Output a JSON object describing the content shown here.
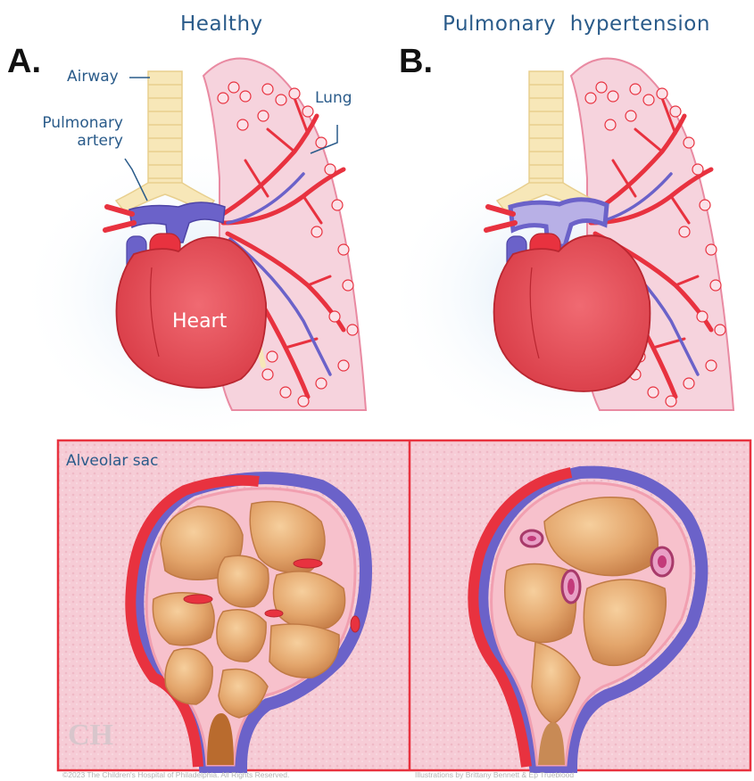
{
  "panels": [
    {
      "letter": "A.",
      "title": "Healthy"
    },
    {
      "letter": "B.",
      "title": "Pulmonary  hypertension"
    }
  ],
  "labels": {
    "airway": "Airway",
    "pulmonary_artery": "Pulmonary\nartery",
    "lung": "Lung",
    "heart": "Heart",
    "alveolar_sac": "Alveolar sac"
  },
  "watermark": "CH",
  "footer": {
    "copyright": "©2023 The Children's Hospital of Philadelphia. All Rights Reserved.",
    "credit": "Illustrations by Brittany Bennett & Ep Trueblood"
  },
  "colors": {
    "artery": "#e8323f",
    "vein": "#6b62c9",
    "lung_fill": "#f6d3dd",
    "airway": "#f7e7b8",
    "heart": "#e9515a",
    "alveolus": "#e2a56a",
    "sac_bg": "#f5c9d3",
    "heading": "#2a5b8a"
  }
}
